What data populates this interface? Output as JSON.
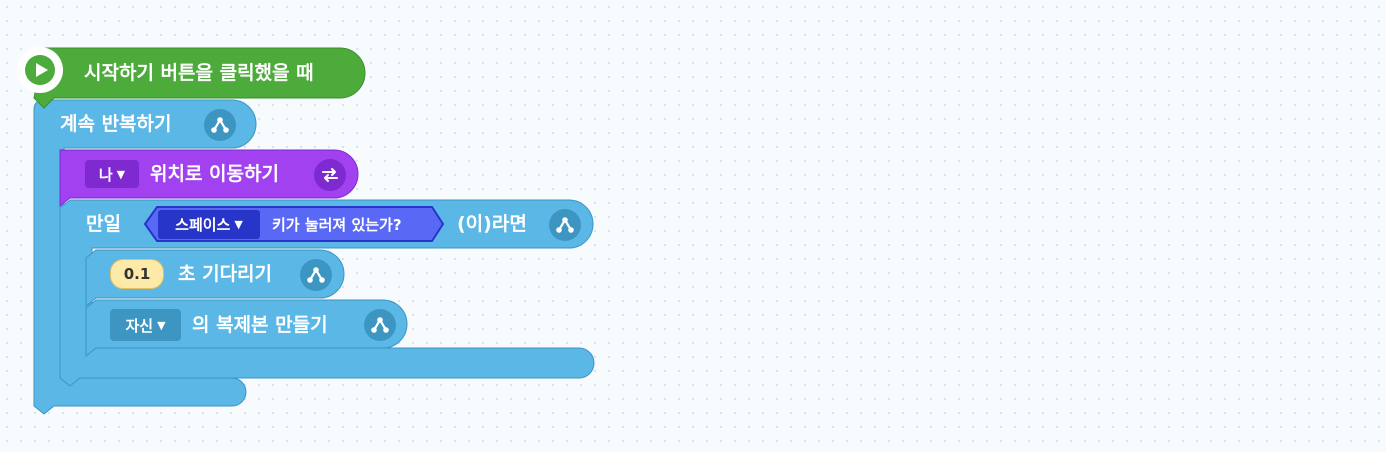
{
  "blocks": {
    "start": {
      "label": "시작하기 버튼을 클릭했을 때"
    },
    "loop": {
      "label": "계속 반복하기"
    },
    "move": {
      "target": "나",
      "label": "위치로 이동하기"
    },
    "if": {
      "prefix": "만일",
      "key": "스페이스",
      "condition": "키가 눌러져 있는가?",
      "suffix": "(이)라면"
    },
    "wait": {
      "value": "0.1",
      "label": "초 기다리기"
    },
    "clone": {
      "target": "자신",
      "label": "의 복제본 만들기"
    }
  },
  "colors": {
    "start_green": "#4cab3a",
    "flow_blue": "#5ab7e6",
    "flow_blue_dark": "#3d95c2",
    "move_purple": "#a141f0",
    "move_purple_dark": "#7f2ad0",
    "judge_blue": "#5a69f5",
    "judge_dark": "#2735c8"
  },
  "icons": {
    "start": "play-icon",
    "flow": "flow-connector-icon",
    "move": "swap-arrows-icon",
    "dropdown": "caret-down-icon"
  }
}
